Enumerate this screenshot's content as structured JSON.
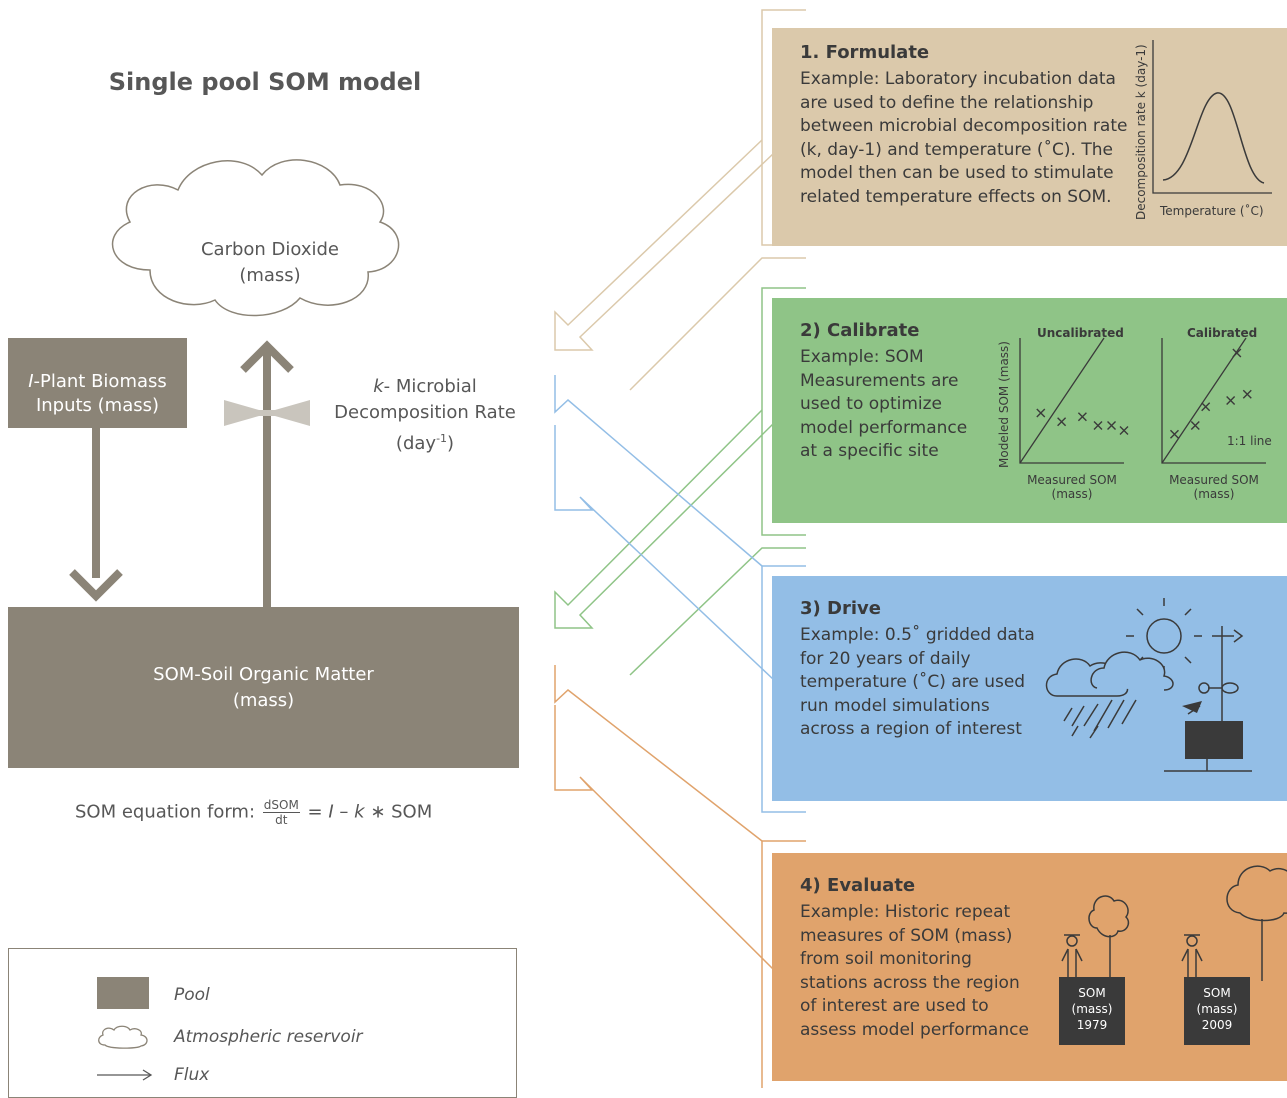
{
  "title": "Single pool SOM model",
  "cloud": {
    "label_line1": "Carbon Dioxide",
    "label_line2": "(mass)"
  },
  "plant": {
    "prefix": "I",
    "line1_rest": "-Plant Biomass",
    "line2": "Inputs (mass)"
  },
  "rate": {
    "prefix": "k",
    "line1_rest": "- Microbial",
    "line2": "Decomposition Rate",
    "line3_base": "(day",
    "line3_sup": "-1",
    "line3_end": ")"
  },
  "som": {
    "line1": "SOM-Soil Organic Matter",
    "line2": "(mass)"
  },
  "equation": {
    "label": "SOM equation form:",
    "numerator": "dSOM",
    "denominator": "dt",
    "rhs_pre": "=",
    "var_i": "I",
    "minus": "–",
    "var_k": "k",
    "rhs_post": "∗ SOM"
  },
  "legend": {
    "pool": "Pool",
    "reservoir": "Atmospheric reservoir",
    "flux": "Flux"
  },
  "steps": {
    "formulate": {
      "title": "1. Formulate",
      "lines": [
        "Example: Laboratory incubation data",
        "are used to define the relationship",
        "between microbial decomposition rate",
        "(k, day-1) and temperature (˚C). The",
        "model then can be used to stimulate",
        "related temperature effects on SOM."
      ],
      "ylabel": "Decomposition rate k (day-1)",
      "xlabel": "Temperature (˚C)"
    },
    "calibrate": {
      "title": "2) Calibrate",
      "lines": [
        "Example: SOM",
        "Measurements are",
        "used to optimize",
        "model performance",
        "at a specific site"
      ],
      "ylabel": "Modeled SOM (mass)",
      "left_title": "Uncalibrated",
      "right_title": "Calibrated",
      "xlabel_line1": "Measured SOM",
      "xlabel_line2": "(mass)",
      "one_to_one": "1:1 line"
    },
    "drive": {
      "title": "3) Drive",
      "lines": [
        "Example: 0.5˚ gridded data",
        "for 20 years of daily",
        "temperature (˚C) are used",
        "run model simulations",
        "across a region of interest"
      ]
    },
    "evaluate": {
      "title": "4) Evaluate",
      "lines": [
        "Example: Historic repeat",
        "measures of SOM (mass)",
        "from soil monitoring",
        "stations across the region",
        "of interest are used to",
        "assess model performance"
      ],
      "box_line1": "SOM",
      "box_line2": "(mass)",
      "year_left": "1979",
      "year_right": "2009"
    }
  },
  "chart_data": [
    {
      "type": "scatter",
      "title": "Uncalibrated",
      "xlabel": "Measured SOM (mass)",
      "ylabel": "Modeled SOM (mass)",
      "points": [
        [
          0.2,
          0.4
        ],
        [
          0.4,
          0.33
        ],
        [
          0.6,
          0.37
        ],
        [
          0.75,
          0.3
        ],
        [
          0.88,
          0.3
        ],
        [
          1.0,
          0.26
        ]
      ]
    },
    {
      "type": "scatter",
      "title": "Calibrated",
      "xlabel": "Measured SOM (mass)",
      "ylabel": "Modeled SOM (mass)",
      "points": [
        [
          0.12,
          0.23
        ],
        [
          0.32,
          0.3
        ],
        [
          0.42,
          0.45
        ],
        [
          0.66,
          0.5
        ],
        [
          0.72,
          0.88
        ],
        [
          0.82,
          0.55
        ]
      ]
    }
  ],
  "colors": {
    "pool": "#8b8477",
    "formulate": "#dbc9ab",
    "calibrate": "#8fc487",
    "drive": "#93bee6",
    "evaluate": "#e0a36c"
  }
}
